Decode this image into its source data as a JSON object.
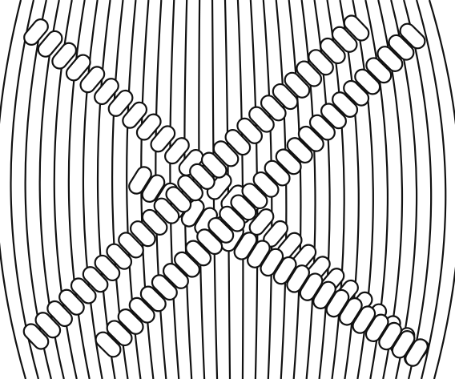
{
  "illustration": {
    "subject": "macrame-diagonal-cross-pattern",
    "colors": {
      "line": "#111111",
      "fill": "#ffffff",
      "background": "#ffffff"
    },
    "bands": [
      {
        "name": "left-top-to-right-bottom-band-a",
        "knot_count": 28
      },
      {
        "name": "left-top-to-right-bottom-band-b",
        "knot_count": 22
      },
      {
        "name": "right-top-to-left-bottom-band-a",
        "knot_count": 28
      },
      {
        "name": "right-top-to-left-bottom-band-b",
        "knot_count": 28
      }
    ],
    "vertical_cords": 33
  }
}
